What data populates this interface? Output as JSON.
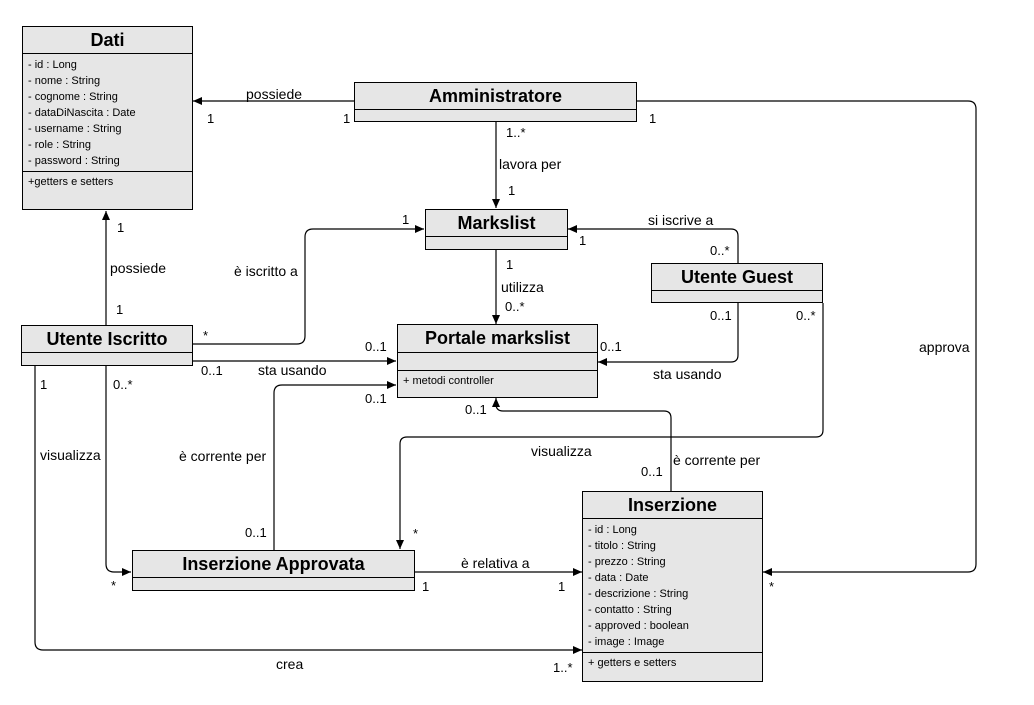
{
  "classes": {
    "dati": {
      "name": "Dati",
      "attributes": [
        "- id : Long",
        "- nome : String",
        "- cognome : String",
        "- dataDiNascita : Date",
        "- username : String",
        "- role : String",
        "- password : String"
      ],
      "operations": [
        "+getters e setters"
      ]
    },
    "amministratore": {
      "name": "Amministratore"
    },
    "markslist": {
      "name": "Markslist"
    },
    "utente_guest": {
      "name": "Utente Guest"
    },
    "utente_iscritto": {
      "name": "Utente Iscritto"
    },
    "portale": {
      "name": "Portale markslist",
      "operations": [
        "+ metodi controller"
      ]
    },
    "inserzione_approvata": {
      "name": "Inserzione Approvata"
    },
    "inserzione": {
      "name": "Inserzione",
      "attributes": [
        "- id : Long",
        "- titolo : String",
        "- prezzo : String",
        "- data : Date",
        "- descrizione : String",
        "- contatto : String",
        "- approved : boolean",
        "- image : Image"
      ],
      "operations": [
        "+ getters e setters"
      ]
    }
  },
  "relations": {
    "possiede_admin": {
      "label": "possiede",
      "m_src": "1",
      "m_dst": "1"
    },
    "lavora_per": {
      "label": "lavora per",
      "m_src": "1..*",
      "m_dst": "1"
    },
    "approva": {
      "label": "approva",
      "m_src": "1",
      "m_dst": "*"
    },
    "possiede_utente": {
      "label": "possiede",
      "m_src": "1",
      "m_dst": "1"
    },
    "iscritto_a": {
      "label": "è iscritto a",
      "m_src": "*",
      "m_dst": "1"
    },
    "si_iscrive_a": {
      "label": "si iscrive a",
      "m_src": "0..*",
      "m_dst": "1"
    },
    "utilizza": {
      "label": "utilizza",
      "m_src": "1",
      "m_dst": "0..*"
    },
    "sta_usando_iscritto": {
      "label": "sta usando",
      "m_src": "0..1",
      "m_dst": "0..1"
    },
    "sta_usando_guest": {
      "label": "sta usando",
      "m_src": "0..1",
      "m_dst": "0..1"
    },
    "visualizza_guest": {
      "label": "visualizza",
      "m_src": "0..*",
      "m_dst": "*"
    },
    "visualizza_iscritto": {
      "label": "visualizza",
      "m_src": "0..*",
      "m_dst": "*"
    },
    "corrente_approvata": {
      "label": "è corrente per",
      "m_src": "0..1",
      "m_dst": "0..1"
    },
    "corrente_inserzione": {
      "label": "è corrente per",
      "m_src": "0..1",
      "m_dst": "0..1"
    },
    "relativa_a": {
      "label": "è relativa a",
      "m_src": "1",
      "m_dst": "1"
    },
    "crea": {
      "label": "crea",
      "m_src": "1",
      "m_dst": "1..*"
    }
  }
}
